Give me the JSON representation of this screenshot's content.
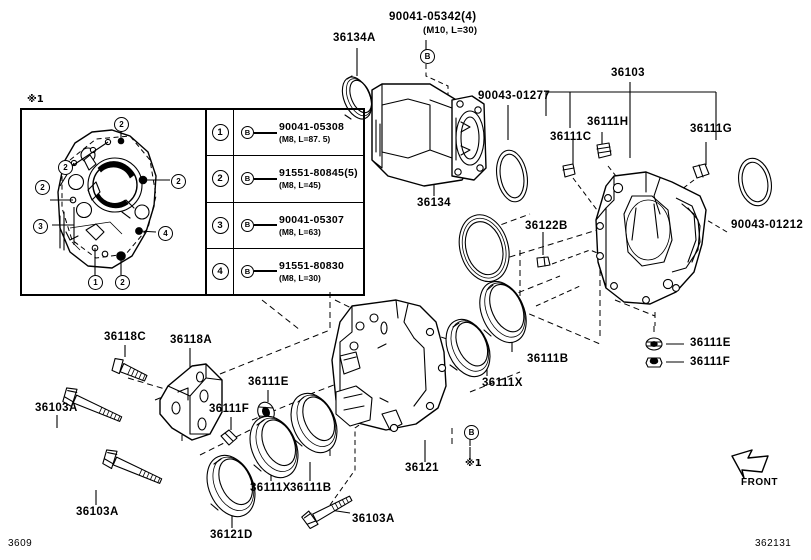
{
  "diagram": {
    "title": "Toyota transfer case / extension housing parts diagram",
    "front_arrow_label": "FRONT",
    "code_bottom_left": "3609",
    "code_bottom_right": "362131",
    "note_marker": "※1",
    "ref_mark_b": "B"
  },
  "legend": {
    "marker": "※1",
    "rows": [
      {
        "num": "1",
        "icon": "bolt-icon",
        "mark": "B",
        "part_no": "90041-05308",
        "spec": "(M8, L=87. 5)"
      },
      {
        "num": "2",
        "icon": "bolt-icon",
        "mark": "B",
        "part_no": "91551-80845(5)",
        "spec": "(M8, L=45)"
      },
      {
        "num": "3",
        "icon": "bolt-icon",
        "mark": "B",
        "part_no": "90041-05307",
        "spec": "(M8, L=63)"
      },
      {
        "num": "4",
        "icon": "bolt-icon",
        "mark": "B",
        "part_no": "91551-80830",
        "spec": "(M8, L=30)"
      }
    ],
    "callouts": [
      "2",
      "2",
      "2",
      "2",
      "3",
      "4",
      "1",
      "2"
    ]
  },
  "labels": {
    "l_36134A": "36134A",
    "l_90041_05342": "90041-05342(4)",
    "l_90041_05342_spec": "(M10, L=30)",
    "l_90043_01277": "90043-01277",
    "l_36134": "36134",
    "l_36103": "36103",
    "l_36111C": "36111C",
    "l_36111H": "36111H",
    "l_36111G": "36111G",
    "l_90043_01212": "90043-01212",
    "l_36122B": "36122B",
    "l_36111B_top": "36111B",
    "l_36111X_top": "36111X",
    "l_36111E_right": "36111E",
    "l_36111F_right": "36111F",
    "l_36121": "36121",
    "l_36118C": "36118C",
    "l_36118A": "36118A",
    "l_36111E_mid": "36111E",
    "l_36111F_mid": "36111F",
    "l_36103A_1": "36103A",
    "l_36103A_2": "36103A",
    "l_36103A_3": "36103A",
    "l_36121D": "36121D",
    "l_36111X_bot": "36111X",
    "l_36111B_bot": "36111B",
    "note_center": "※1"
  },
  "colors": {
    "ink": "#000000",
    "paper": "#ffffff"
  }
}
